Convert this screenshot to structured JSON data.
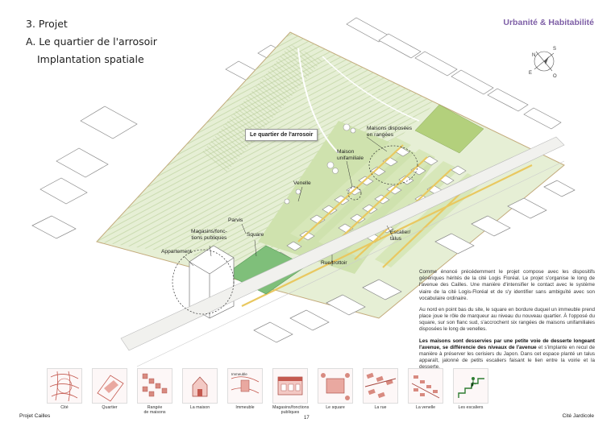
{
  "header": {
    "section": "3. Projet",
    "title": "A. Le quartier de l'arrosoir",
    "subtitle": "Implantation spatiale",
    "brand": "Urbanité & Habitabilité"
  },
  "compass": {
    "n": "N",
    "s": "S",
    "o": "O",
    "e": "E"
  },
  "map_labels": {
    "quartier": "Le quartier de l'arrosoir",
    "maisons_rangees": "Maisons disposées\nen rangées",
    "maison_unifamiliale": "Maison\nunifamiliale",
    "venelle": "Venelle",
    "parvis": "Parvis",
    "magasins": "Magasins/fonc-\ntions publiques",
    "square": "Square",
    "appartement": "Appartement",
    "escalier": "Escalier/\ntalus",
    "rue_trottoir": "Rue/trottoir"
  },
  "text": {
    "p1": "Comme énoncé précédemment le projet compose avec les dispositifs génériques hérités de la cité Logis Floréal. Le projet s'organise le long de l'avenue des Cailles. Une manière d'intensifier le contact avec le système viaire de la cité Logis-Floréal et de s'y identifier sans ambiguïté avec son vocabulaire ordinaire.",
    "p2": "Au nord en point bas du site, le square en bordure duquel un immeuble prend place joue le rôle de marqueur au niveau du nouveau quartier. À l'opposé du square, sur son flanc sud, s'accrochent six rangées de maisons unifamiliales disposées le long de venelles.",
    "p3_bold": "Les maisons sont desservies par une petite voie de desserte longeant l'avenue, se différencie des niveaux de l'avenue",
    "p3_rest": " et s'implante en recul de manière à préserver les cerisiers du Japon. Dans cet espace planté un talus apparaît, jalonné de petits escaliers faisant le lien entre la voirie et la desserte."
  },
  "icons": [
    {
      "name": "cite-icon",
      "caption": "Cité"
    },
    {
      "name": "quartier-icon",
      "caption": "Quartier"
    },
    {
      "name": "rangee-icon",
      "caption": "Rangée\nde maisons"
    },
    {
      "name": "maison-icon",
      "caption": "La maison"
    },
    {
      "name": "immeuble-icon",
      "caption": "Immeuble"
    },
    {
      "name": "magasins-icon",
      "caption": "Magasins/fonctions\npubliques"
    },
    {
      "name": "square-icon",
      "caption": "Le square"
    },
    {
      "name": "rue-icon",
      "caption": "La rue"
    },
    {
      "name": "venelle-icon",
      "caption": "La venelle"
    },
    {
      "name": "escaliers-icon",
      "caption": "Les escaliers"
    }
  ],
  "icon_badge": "Immeuble",
  "footer": {
    "left": "Projet Cailles",
    "page": "17",
    "right": "Cité Jardicole"
  },
  "colors": {
    "brand": "#7e5fa6",
    "green": "#d3e4b4",
    "highlight": "#e9c860",
    "red": "#c4594f"
  }
}
